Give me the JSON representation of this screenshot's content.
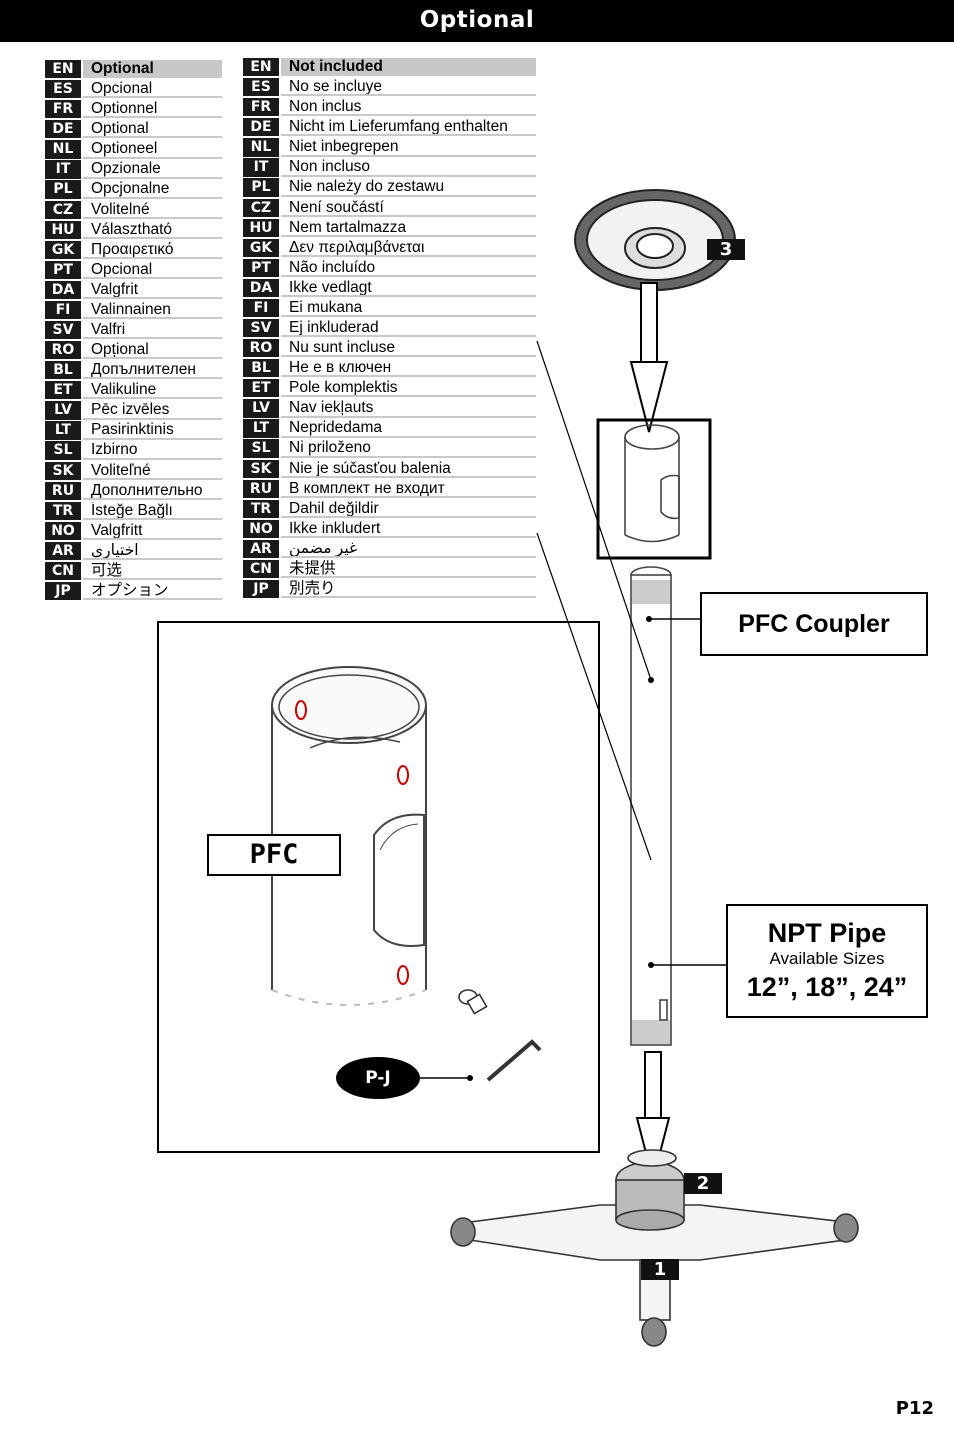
{
  "header": {
    "title": "Optional"
  },
  "table_optional": [
    {
      "code": "EN",
      "text": "Optional"
    },
    {
      "code": "ES",
      "text": "Opcional"
    },
    {
      "code": "FR",
      "text": "Optionnel"
    },
    {
      "code": "DE",
      "text": "Optional"
    },
    {
      "code": "NL",
      "text": "Optioneel"
    },
    {
      "code": "IT",
      "text": "Opzionale"
    },
    {
      "code": "PL",
      "text": "Opcjonalne"
    },
    {
      "code": "CZ",
      "text": "Volitelné"
    },
    {
      "code": "HU",
      "text": "Választható"
    },
    {
      "code": "GK",
      "text": "Προαιρετικό"
    },
    {
      "code": "PT",
      "text": "Opcional"
    },
    {
      "code": "DA",
      "text": "Valgfrit"
    },
    {
      "code": "FI",
      "text": "Valinnainen"
    },
    {
      "code": "SV",
      "text": "Valfri"
    },
    {
      "code": "RO",
      "text": "Opțional"
    },
    {
      "code": "BL",
      "text": "Допълнителен"
    },
    {
      "code": "ET",
      "text": "Valikuline"
    },
    {
      "code": "LV",
      "text": "Pēc izvēles"
    },
    {
      "code": "LT",
      "text": "Pasirinktinis"
    },
    {
      "code": "SL",
      "text": "Izbirno"
    },
    {
      "code": "SK",
      "text": "Voliteľné"
    },
    {
      "code": "RU",
      "text": "Дополнительно"
    },
    {
      "code": "TR",
      "text": "İsteğe Bağlı"
    },
    {
      "code": "NO",
      "text": "Valgfritt"
    },
    {
      "code": "AR",
      "text": "اختياري"
    },
    {
      "code": "CN",
      "text": "可选"
    },
    {
      "code": "JP",
      "text": "オプション"
    }
  ],
  "table_not_included": [
    {
      "code": "EN",
      "text": "Not included"
    },
    {
      "code": "ES",
      "text": "No se incluye"
    },
    {
      "code": "FR",
      "text": "Non inclus"
    },
    {
      "code": "DE",
      "text": "Nicht im Lieferumfang enthalten"
    },
    {
      "code": "NL",
      "text": "Niet inbegrepen"
    },
    {
      "code": "IT",
      "text": "Non incluso"
    },
    {
      "code": "PL",
      "text": "Nie należy do zestawu"
    },
    {
      "code": "CZ",
      "text": "Není součástí"
    },
    {
      "code": "HU",
      "text": "Nem tartalmazza"
    },
    {
      "code": "GK",
      "text": "Δεν περιλαμβάνεται"
    },
    {
      "code": "PT",
      "text": "Não incluído"
    },
    {
      "code": "DA",
      "text": "Ikke vedlagt"
    },
    {
      "code": "FI",
      "text": "Ei mukana"
    },
    {
      "code": "SV",
      "text": "Ej inkluderad"
    },
    {
      "code": "RO",
      "text": "Nu sunt incluse"
    },
    {
      "code": "BL",
      "text": "Не е в ключен"
    },
    {
      "code": "ET",
      "text": "Pole komplektis"
    },
    {
      "code": "LV",
      "text": "Nav iekļauts"
    },
    {
      "code": "LT",
      "text": "Nepridedama"
    },
    {
      "code": "SL",
      "text": "Ni priloženo"
    },
    {
      "code": "SK",
      "text": "Nie je súčasťou balenia"
    },
    {
      "code": "RU",
      "text": "В комплект не входит"
    },
    {
      "code": "TR",
      "text": "Dahil değildir"
    },
    {
      "code": "NO",
      "text": "Ikke inkludert"
    },
    {
      "code": "AR",
      "text": "غير مضمن"
    },
    {
      "code": "CN",
      "text": "未提供"
    },
    {
      "code": "JP",
      "text": "別売り"
    }
  ],
  "labels": {
    "pfc_coupler": "PFC Coupler",
    "npt_title": "NPT Pipe",
    "npt_sub": "Available Sizes",
    "npt_sizes": "12”, 18”, 24”",
    "pfc": "PFC",
    "pj": "P-J",
    "tag1": "1",
    "tag2": "2",
    "tag3": "3"
  },
  "page_number": "P12"
}
